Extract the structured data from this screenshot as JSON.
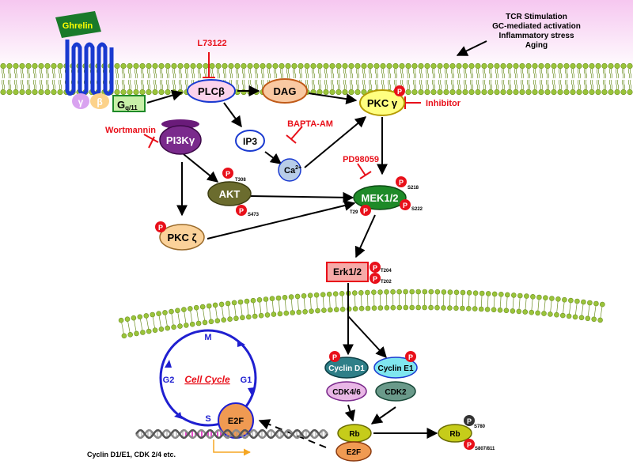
{
  "stimuli": [
    "TCR  Stimulation",
    "GC-mediated activation",
    "Inflammatory stress",
    "Aging"
  ],
  "receptor": {
    "ligand": "Ghrelin",
    "gamma": "γ",
    "beta": "β",
    "gq": "G",
    "gq_sub": "q/11"
  },
  "inhibitors": {
    "l73122": "L73122",
    "wortmannin": "Wortmannin",
    "bapta": "BAPTA-AM",
    "pd98059": "PD98059",
    "inhibitor": "Inhibitor"
  },
  "nodes": {
    "plcb": "PLCβ",
    "dag": "DAG",
    "pkcg": "PKC γ",
    "pi3k": "PI3Kγ",
    "ip3": "IP3",
    "ca": "Ca",
    "ca_sup": "2+",
    "akt": "AKT",
    "mek": "MEK1/2",
    "pkcz": "PKC ζ",
    "erk": "Erk1/2",
    "cyclin_d1": "Cyclin D1",
    "cyclin_e1": "Cyclin E1",
    "cdk46": "CDK4/6",
    "cdk2": "CDK2",
    "rb": "Rb",
    "e2f": "E2F",
    "rb_p": "Rb",
    "e2f_cycle": "E2F"
  },
  "phospho": {
    "p": "P",
    "akt_t308": "T308",
    "akt_s473": "S473",
    "mek_s218": "S218",
    "mek_s222": "S222",
    "mek_t29": "T29",
    "erk_t204": "T204",
    "erk_t202": "T202",
    "rb_s780": "S780",
    "rb_s807": "S807/811"
  },
  "cell_cycle": {
    "title": "Cell Cycle",
    "m": "M",
    "g1": "G1",
    "g2": "G2",
    "s": "S"
  },
  "target_genes": "Cyclin D1/E1, CDK 2/4 etc.",
  "colors": {
    "inhibitor_red": "#e8101a",
    "plcb_pink": "#fbd3ec",
    "dag_orange": "#f9c9a2",
    "pkcg_yellow": "#ffff80",
    "pi3k_purple": "#6a1b7a",
    "ip3_white": "#ffffff",
    "ca_blue": "#b8cde8",
    "akt_olive": "#6b6c2e",
    "mek_green": "#1e8a28",
    "pkcz_orange": "#fbd29a",
    "erk_red": "#f6aaa8",
    "cyclin_d1": "#2f7f88",
    "cyclin_e1": "#7fe6ef",
    "cdk46": "#e9b7e6",
    "cdk2": "#6a9a8a",
    "rb_yellow": "#c6cc1a",
    "e2f_orange": "#f09a52",
    "cell_cycle_blue": "#1f1fd0",
    "membrane_green": "#9ac43a",
    "ghrelin_green": "#1a7a2a",
    "receptor_blue": "#1a3ad0"
  }
}
